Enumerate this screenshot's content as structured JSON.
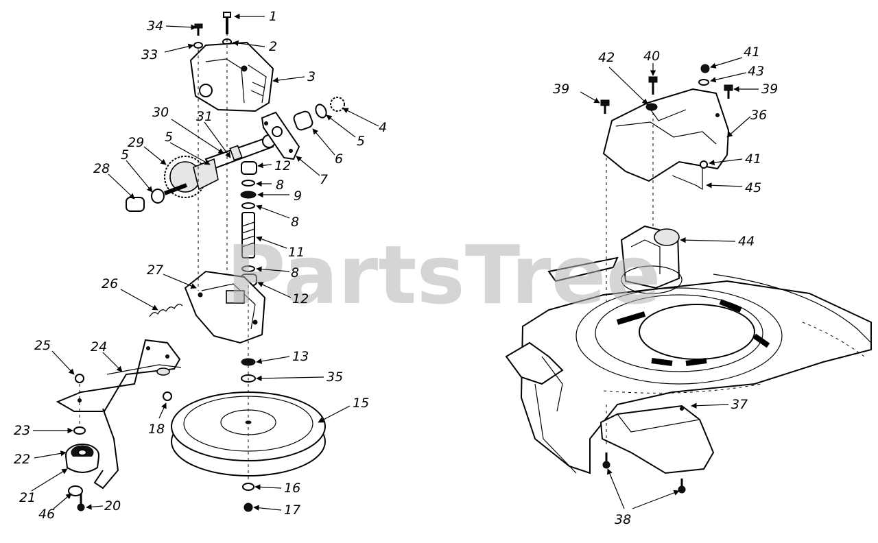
{
  "watermark": "PartsTree",
  "left_assembly": {
    "callouts": [
      "34",
      "1",
      "33",
      "2",
      "3",
      "30",
      "31",
      "4",
      "29",
      "5",
      "5",
      "6",
      "28",
      "5",
      "12",
      "7",
      "8",
      "9",
      "8",
      "11",
      "8",
      "27",
      "26",
      "12",
      "13",
      "25",
      "24",
      "35",
      "15",
      "18",
      "23",
      "22",
      "21",
      "16",
      "46",
      "20",
      "17"
    ]
  },
  "right_assembly": {
    "callouts": [
      "41",
      "42",
      "40",
      "43",
      "39",
      "39",
      "36",
      "41",
      "45",
      "44",
      "37",
      "38"
    ]
  }
}
